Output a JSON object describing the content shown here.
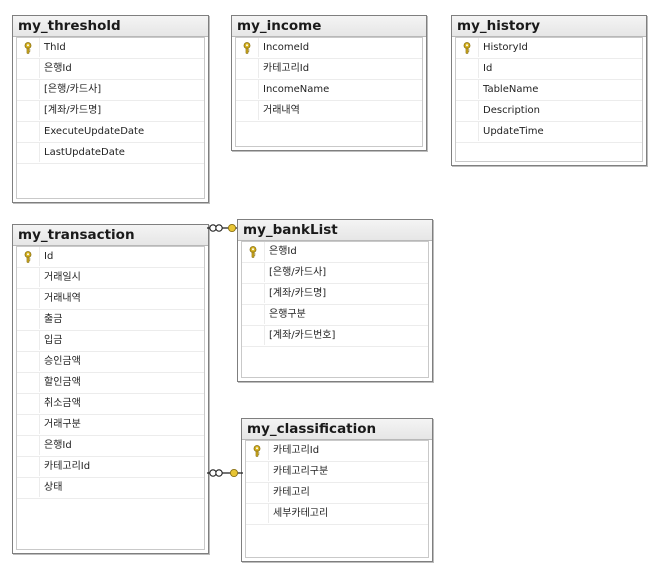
{
  "tables": {
    "my_threshold": {
      "name": "my_threshold",
      "columns": [
        "ThId",
        "은행Id",
        "[은행/카드사]",
        "[계좌/카드명]",
        "ExecuteUpdateDate",
        "LastUpdateDate"
      ],
      "keys": [
        true,
        false,
        false,
        false,
        false,
        false
      ]
    },
    "my_income": {
      "name": "my_income",
      "columns": [
        "IncomeId",
        "카테고리Id",
        "IncomeName",
        "거래내역"
      ],
      "keys": [
        true,
        false,
        false,
        false
      ]
    },
    "my_history": {
      "name": "my_history",
      "columns": [
        "HistoryId",
        "Id",
        "TableName",
        "Description",
        "UpdateTime"
      ],
      "keys": [
        true,
        false,
        false,
        false,
        false
      ]
    },
    "my_transaction": {
      "name": "my_transaction",
      "columns": [
        "Id",
        "거래일시",
        "거래내역",
        "출금",
        "입금",
        "승인금액",
        "할인금액",
        "취소금액",
        "거래구분",
        "은행Id",
        "카테고리Id",
        "상태"
      ],
      "keys": [
        true,
        false,
        false,
        false,
        false,
        false,
        false,
        false,
        false,
        false,
        false,
        false
      ]
    },
    "my_bankList": {
      "name": "my_bankList",
      "columns": [
        "은행Id",
        "[은행/카드사]",
        "[계좌/카드명]",
        "은행구분",
        "[계좌/카드번호]"
      ],
      "keys": [
        true,
        false,
        false,
        false,
        false
      ]
    },
    "my_classification": {
      "name": "my_classification",
      "columns": [
        "카테고리Id",
        "카테고리구분",
        "카테고리",
        "세부카테고리"
      ],
      "keys": [
        true,
        false,
        false,
        false
      ]
    }
  },
  "relationships": [
    {
      "from": "my_transaction",
      "to": "my_bankList",
      "from_end": "many",
      "to_end": "one"
    },
    {
      "from": "my_transaction",
      "to": "my_classification",
      "from_end": "many",
      "to_end": "one"
    }
  ],
  "colors": {
    "key": "#d6b21e",
    "border": "#7f7f7f",
    "connector": "#222222"
  }
}
